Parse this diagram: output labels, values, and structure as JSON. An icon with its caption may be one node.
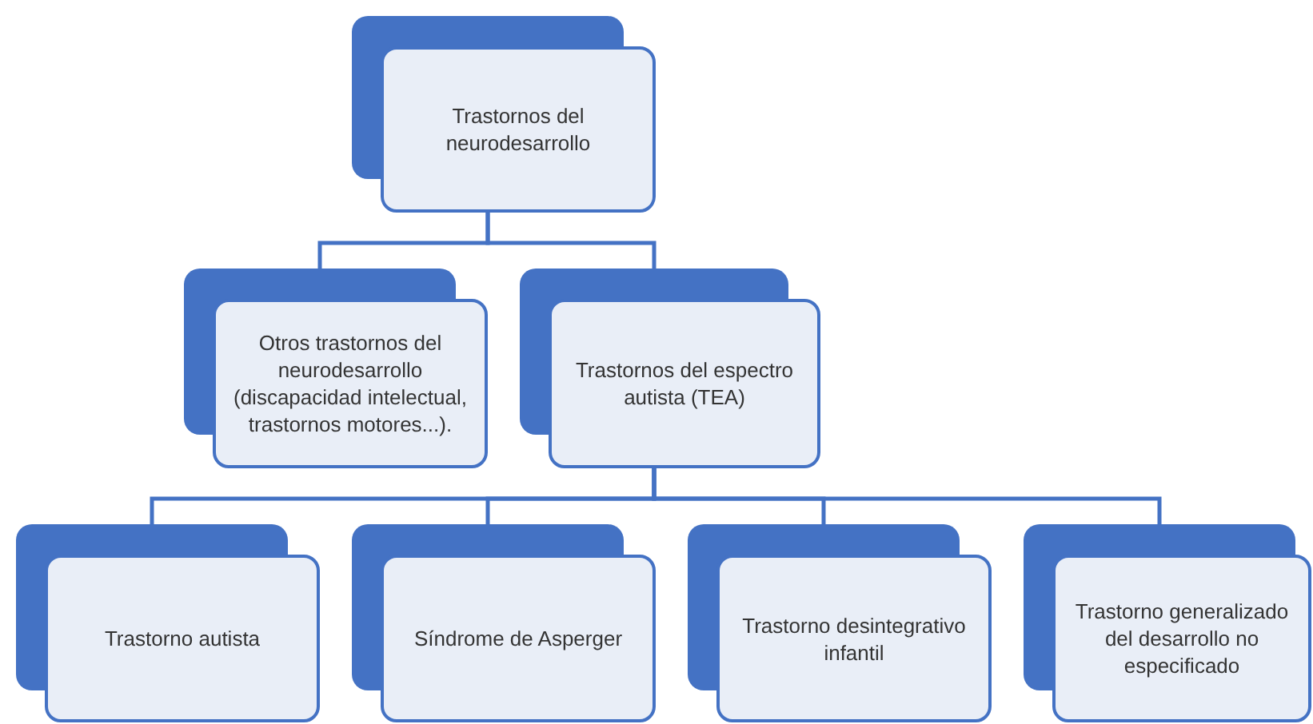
{
  "diagram": {
    "nodes": [
      {
        "text": [
          "Trastornos del neurodesarrollo"
        ]
      },
      {
        "text": [
          "Otros trastornos del neurodesarrollo (discapacidad intelectual, trastornos motores...)."
        ]
      },
      {
        "text": [
          "Trastornos del espectro autista (TEA)"
        ]
      },
      {
        "text": [
          "Trastorno autista"
        ]
      },
      {
        "text": [
          "Síndrome de Asperger"
        ]
      },
      {
        "text": [
          "Trastorno desintegrativo infantil"
        ]
      },
      {
        "text": [
          "Trastorno generalizado del desarrollo no especificado"
        ]
      }
    ],
    "edges": [
      {
        "from": 0,
        "to": 1,
        "arrow": "none"
      },
      {
        "from": 0,
        "to": 2,
        "arrow": "none"
      },
      {
        "from": 2,
        "to": 3,
        "arrow": "none"
      },
      {
        "from": 2,
        "to": 4,
        "arrow": "none"
      },
      {
        "from": 2,
        "to": 5,
        "arrow": "none"
      },
      {
        "from": 2,
        "to": 6,
        "arrow": "none"
      }
    ]
  }
}
